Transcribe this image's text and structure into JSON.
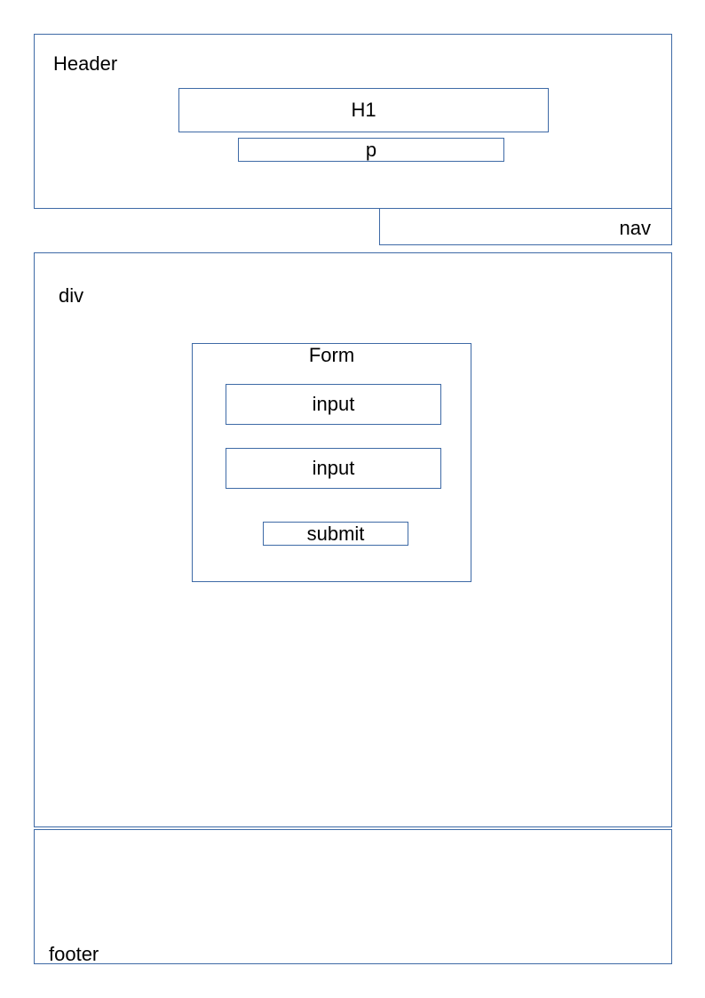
{
  "header": {
    "label": "Header",
    "h1_label": "H1",
    "p_label": "p"
  },
  "nav": {
    "label": "nav"
  },
  "div": {
    "label": "div",
    "form": {
      "label": "Form",
      "input1_label": "input",
      "input2_label": "input",
      "submit_label": "submit"
    }
  },
  "footer": {
    "label": "footer"
  },
  "colors": {
    "border": "#3e6aa6",
    "text": "#000000",
    "background": "#ffffff"
  }
}
